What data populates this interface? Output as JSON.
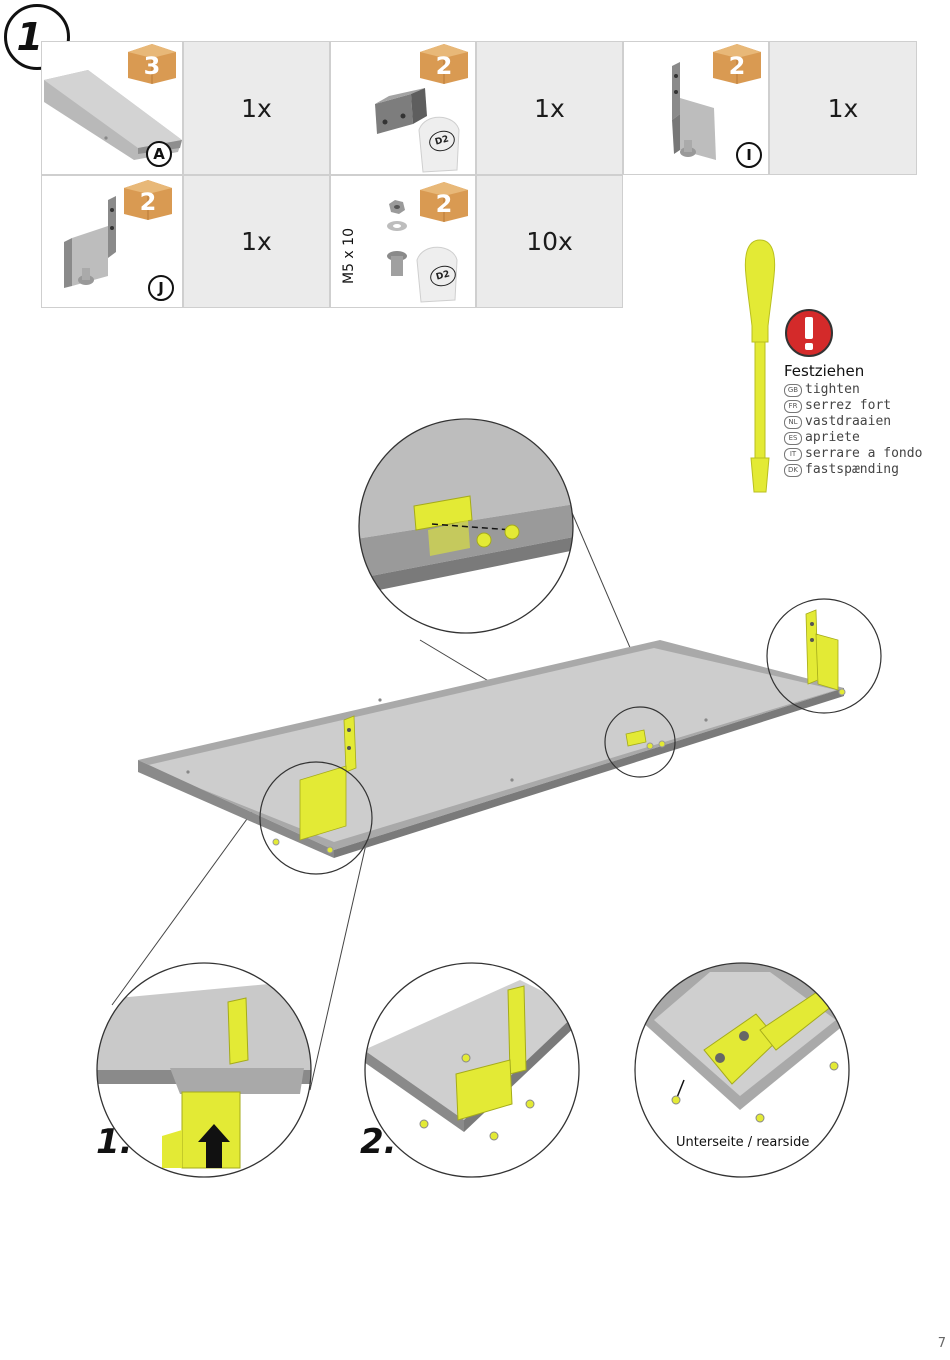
{
  "step": {
    "number": "1."
  },
  "parts": [
    {
      "id": "A",
      "box": "3",
      "qty": "1x"
    },
    {
      "id": "D2",
      "box": "2",
      "qty": "1x",
      "bag_label": "D2"
    },
    {
      "id": "I",
      "box": "2",
      "qty": "1x"
    },
    {
      "id": "J",
      "box": "2",
      "qty": "1x"
    },
    {
      "id": "screw",
      "box": "2",
      "qty": "10x",
      "bag_label": "D2",
      "size_label": "M5 x 10"
    }
  ],
  "warning": {
    "title": "Festziehen",
    "translations": [
      {
        "code": "GB",
        "text": "tighten"
      },
      {
        "code": "FR",
        "text": "serrez fort"
      },
      {
        "code": "NL",
        "text": "vastdraaien"
      },
      {
        "code": "ES",
        "text": "apriete"
      },
      {
        "code": "IT",
        "text": "serrare a fondo"
      },
      {
        "code": "DK",
        "text": "fastspænding"
      }
    ]
  },
  "substeps": {
    "first": "1.",
    "second": "2."
  },
  "rear_label": "Unterseite / rearside",
  "page_number": "7",
  "colors": {
    "accent_yellow": "#e3ea35",
    "warning_red": "#d42a2a",
    "box_orange": "#d99a52",
    "panel_gray": "#c9c9c9"
  }
}
